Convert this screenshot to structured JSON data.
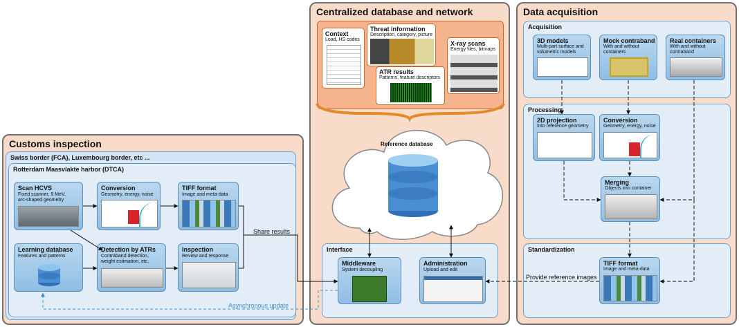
{
  "customs": {
    "title": "Customs inspection",
    "borders_title": "Swiss border (FCA), Luxembourg border, etc ...",
    "harbor_title": "Rotterdam Maasvlakte harbor (DTCA)",
    "scan": {
      "title": "Scan HCVS",
      "desc": [
        "Fixed scanner, 9 MeV,",
        "arc-shaped geometry"
      ]
    },
    "conversion": {
      "title": "Conversion",
      "desc": [
        "Geometry, energy, noise"
      ]
    },
    "tiff": {
      "title": "TIFF format",
      "desc": [
        "Image and meta-data"
      ]
    },
    "learning": {
      "title": "Learning database",
      "desc": [
        "Features and patterns"
      ]
    },
    "detection": {
      "title": "Detection by ATRs",
      "desc": [
        "Contraband detection,",
        "weight estimation, etc."
      ]
    },
    "inspection": {
      "title": "Inspection",
      "desc": [
        "Review and response"
      ]
    }
  },
  "central": {
    "title": "Centralized database and network",
    "context": {
      "title": "Context",
      "desc": [
        "Load, HS codes"
      ]
    },
    "threat": {
      "title": "Threat information",
      "desc": [
        "Description, category, picture"
      ]
    },
    "xray": {
      "title": "X-ray scans",
      "desc": [
        "Energy files, bitmaps"
      ]
    },
    "atr": {
      "title": "ATR results",
      "desc": [
        "Patterns, feature descriptors"
      ]
    },
    "reference_db": "Reference database",
    "interface_title": "Interface",
    "middleware": {
      "title": "Middleware",
      "desc": [
        "System decoupling"
      ]
    },
    "administration": {
      "title": "Administration",
      "desc": [
        "Upload and edit"
      ]
    }
  },
  "acquisition": {
    "title": "Data acquisition",
    "acq_title": "Acquisition",
    "models3d": {
      "title": "3D models",
      "desc": [
        "Multi-part surface and",
        "volumetric models"
      ]
    },
    "mock": {
      "title": "Mock contraband",
      "desc": [
        "With and without",
        "containers"
      ]
    },
    "real": {
      "title": "Real containers",
      "desc": [
        "With and without",
        "contraband"
      ]
    },
    "processing_title": "Processing",
    "projection": {
      "title": "2D projection",
      "desc": [
        "Into reference geometry"
      ]
    },
    "conversion": {
      "title": "Conversion",
      "desc": [
        "Geometry, energy, noise"
      ]
    },
    "merging": {
      "title": "Merging",
      "desc": [
        "Objects into container"
      ]
    },
    "standardization_title": "Standardization",
    "tiff": {
      "title": "TIFF format",
      "desc": [
        "Image and meta-data"
      ]
    }
  },
  "flows": {
    "share_results": "Share results",
    "async_update": "Asynchronous update",
    "provide_reference": "Provide reference images"
  }
}
